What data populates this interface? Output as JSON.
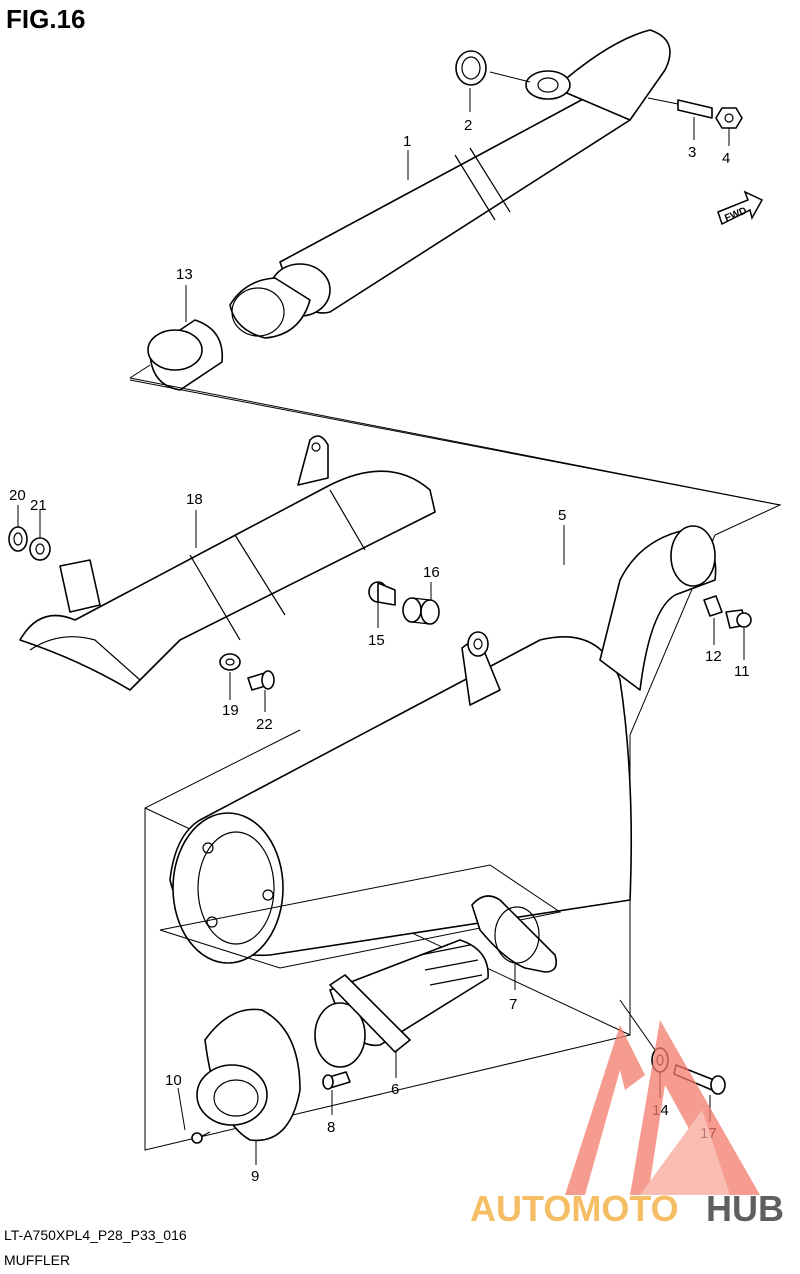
{
  "figure": {
    "title": "FIG.16"
  },
  "footer": {
    "code": "LT-A750XPL4_P28_P33_016",
    "name": "MUFFLER"
  },
  "fwd_label": "FWD",
  "callouts": [
    "1",
    "2",
    "3",
    "4",
    "5",
    "6",
    "7",
    "8",
    "9",
    "10",
    "11",
    "12",
    "13",
    "14",
    "15",
    "16",
    "17",
    "18",
    "19",
    "20",
    "21",
    "22"
  ],
  "watermark": {
    "text_accent": "AUTOMOTO",
    "text_dark": "HUB",
    "accent": "#f47a6a",
    "dark": "#444444"
  }
}
